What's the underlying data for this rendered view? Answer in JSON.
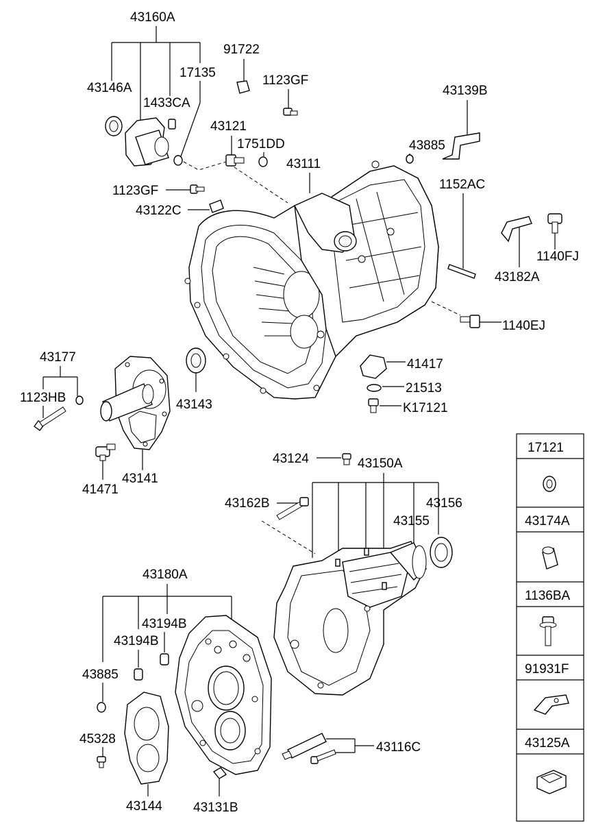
{
  "part_labels": {
    "p43160A": "43160A",
    "p91722": "91722",
    "p17135": "17135",
    "p43146A": "43146A",
    "p1433CA": "1433CA",
    "p1123GF_a": "1123GF",
    "p43139B": "43139B",
    "p43121": "43121",
    "p1751DD": "1751DD",
    "p43885_a": "43885",
    "p43111": "43111",
    "p1123GF_b": "1123GF",
    "p43122C": "43122C",
    "p1152AC": "1152AC",
    "p1140FJ": "1140FJ",
    "p43182A": "43182A",
    "p1140EJ": "1140EJ",
    "p43177": "43177",
    "p1123HB": "1123HB",
    "p43143": "43143",
    "p41417": "41417",
    "p21513": "21513",
    "pK17121": "K17121",
    "p41471": "41471",
    "p43141": "43141",
    "p43124": "43124",
    "p43150A": "43150A",
    "p43162B": "43162B",
    "p43156": "43156",
    "p43155": "43155",
    "p43180A": "43180A",
    "p43194B_a": "43194B",
    "p43194B_b": "43194B",
    "p43885_b": "43885",
    "p45328": "45328",
    "p43116C": "43116C",
    "p43144": "43144",
    "p43131B": "43131B"
  },
  "legend_box": {
    "items": [
      {
        "code": "17121",
        "icon": "washer-icon"
      },
      {
        "code": "43174A",
        "icon": "dowel-pin-icon"
      },
      {
        "code": "1136BA",
        "icon": "flange-bolt-icon"
      },
      {
        "code": "91931F",
        "icon": "clip-bracket-icon"
      },
      {
        "code": "43125A",
        "icon": "clip-icon"
      }
    ]
  },
  "colors": {
    "line": "#000000",
    "background": "#ffffff"
  }
}
